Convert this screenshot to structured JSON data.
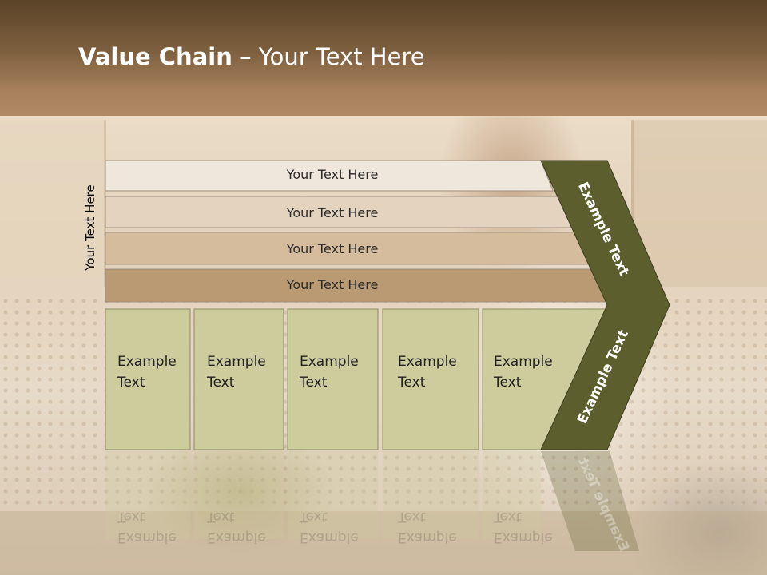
{
  "slide": {
    "title_bold": "Value Chain",
    "title_rest": " – Your Text Here",
    "side_label": "Your Text Here"
  },
  "bars": [
    {
      "label": "Your Text Here",
      "color": "#efe6dc"
    },
    {
      "label": "Your Text Here",
      "color": "#e4d3bf"
    },
    {
      "label": "Your Text Here",
      "color": "#d4bc9c"
    },
    {
      "label": "Your Text Here",
      "color": "#b99a72"
    }
  ],
  "boxes": [
    {
      "line1": "Example",
      "line2": "Text"
    },
    {
      "line1": "Example",
      "line2": "Text"
    },
    {
      "line1": "Example",
      "line2": "Text"
    },
    {
      "line1": "Example",
      "line2": "Text"
    },
    {
      "line1": "Example",
      "line2": "Text"
    }
  ],
  "chevron": {
    "upper_label": "Example Text",
    "lower_label": "Example Text",
    "color": "#5c5e2e"
  },
  "colors": {
    "box_fill": "#cdcc9c",
    "header": "#7e603f"
  }
}
